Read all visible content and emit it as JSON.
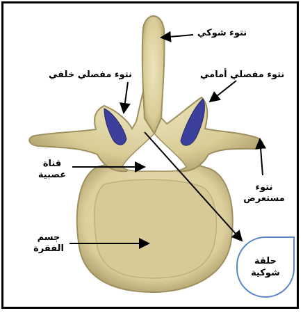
{
  "labels": {
    "spinous_process": "نتوء شوكي",
    "posterior_articular_process": "نتوء مفصلي خلفي",
    "anterior_articular_process": "نتوء مفصلي أمامي",
    "neural_canal": "قناة\nعصبية",
    "transverse_process": "نتوء\nمستعرض",
    "vertebral_body": "جسم\nالفقرة",
    "spinal_ring": "حلقة\nشوكية"
  },
  "colors": {
    "bone": "#ddd3a2",
    "bone_shadow": "#b5a671",
    "articular_facet": "#3d3f9c",
    "callout_border": "#5a86c8"
  }
}
